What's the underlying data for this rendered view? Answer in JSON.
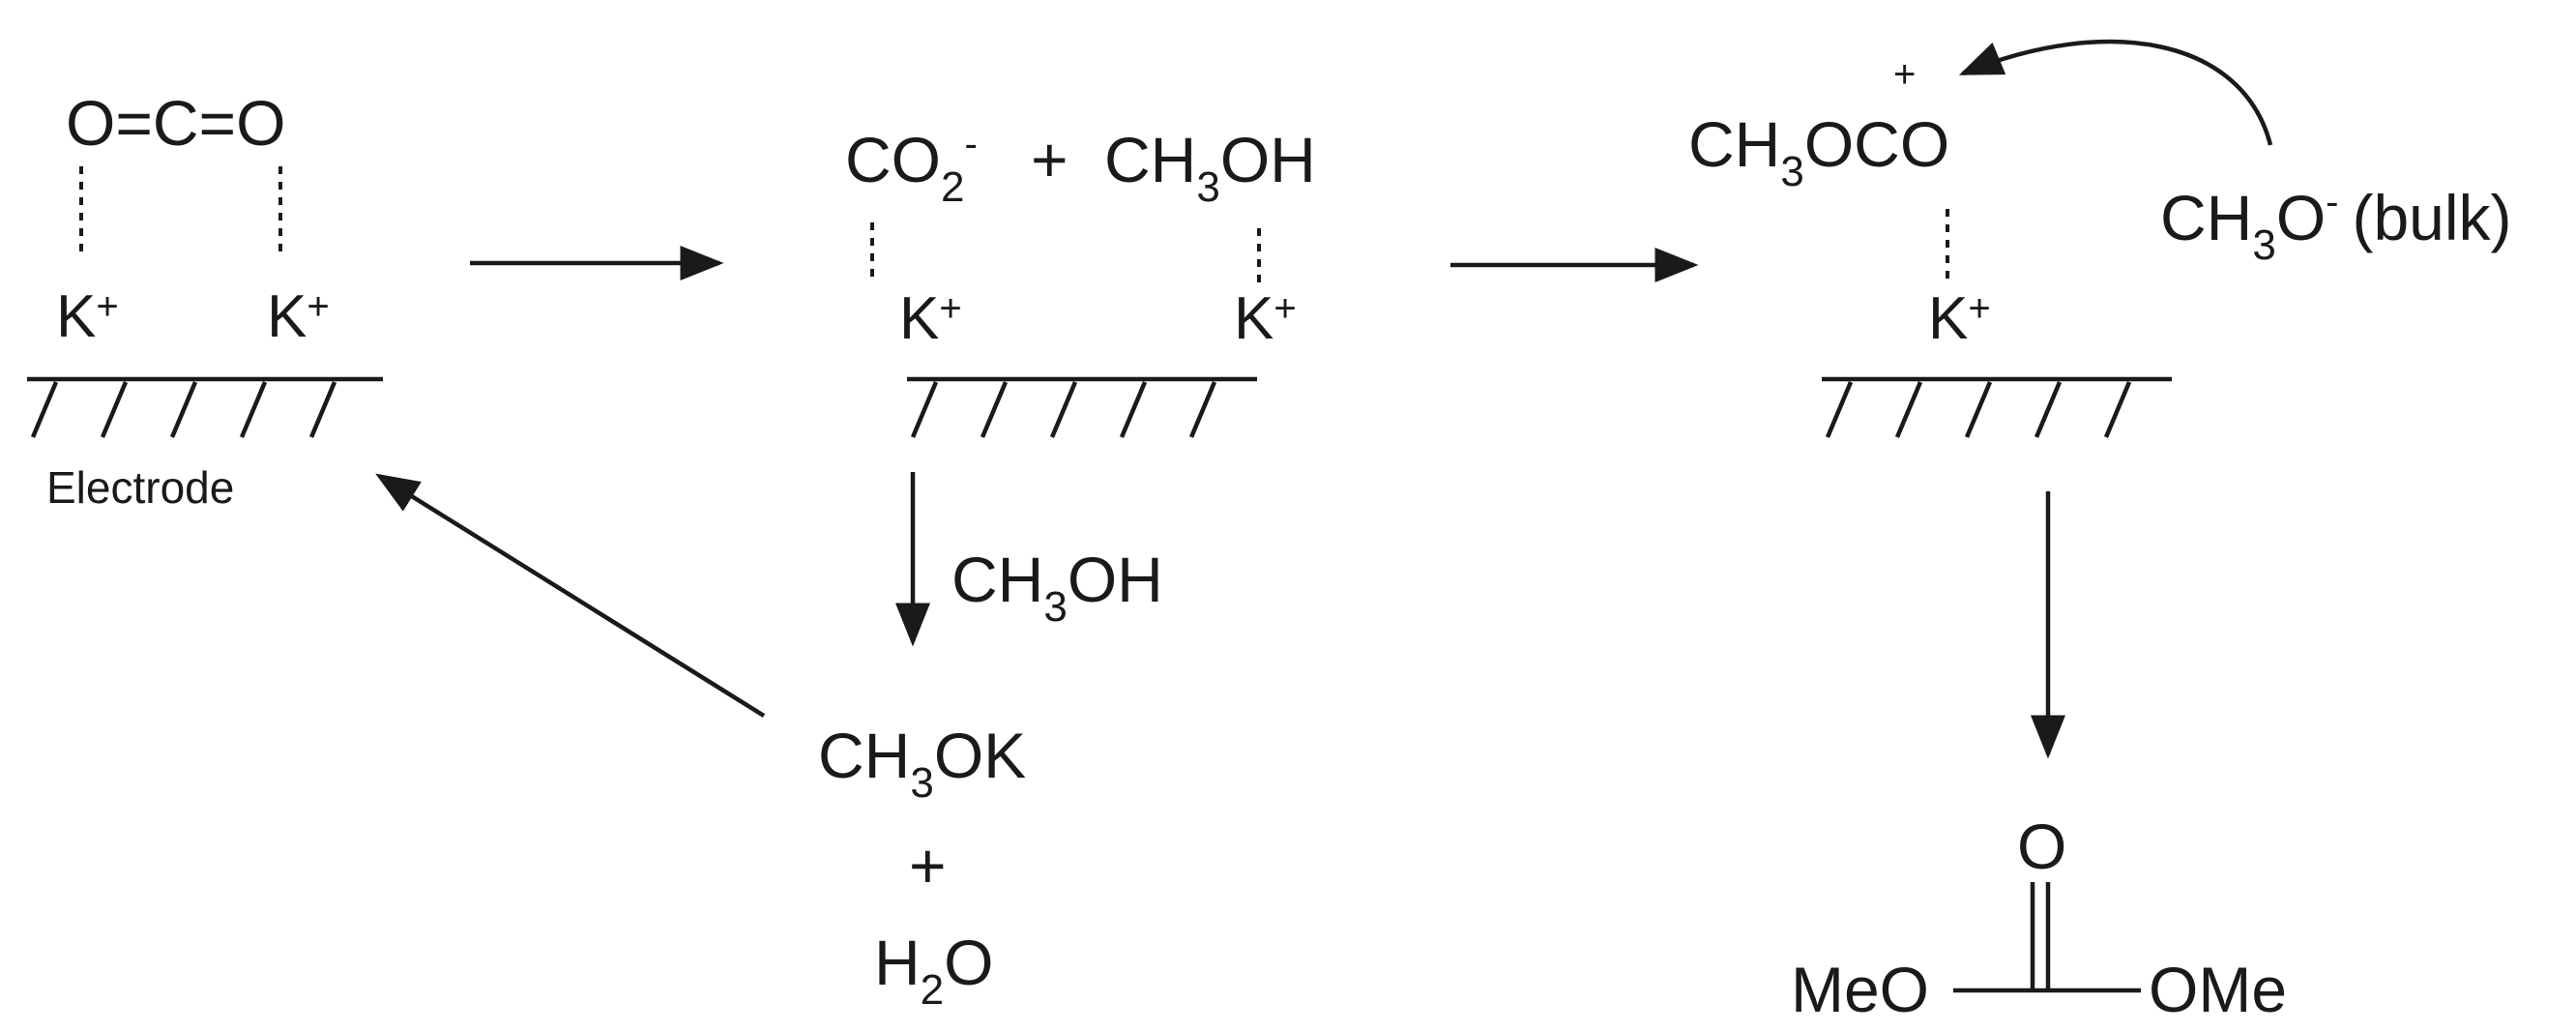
{
  "step1": {
    "molecule": "O=C=O",
    "cation_left": "K",
    "cation_right": "K",
    "cation_charge": "+",
    "surface_label": "Electrode"
  },
  "step2": {
    "species1": "CO",
    "species1_sub": "2",
    "species1_charge": "-",
    "plus": "+",
    "species2_a": "CH",
    "species2_sub": "3",
    "species2_b": "OH",
    "cation_left": "K",
    "cation_right": "K",
    "cation_charge": "+"
  },
  "step2_down": {
    "reagent_a": "CH",
    "reagent_sub": "3",
    "reagent_b": "OH",
    "product1_a": "CH",
    "product1_sub": "3",
    "product1_b": "OK",
    "plus": "+",
    "product2_a": "H",
    "product2_sub": "2",
    "product2_b": "O"
  },
  "step3": {
    "intermediate_a": "CH",
    "intermediate_sub": "3",
    "intermediate_b": "OCO",
    "intermediate_charge": "+",
    "cation": "K",
    "cation_charge": "+",
    "bulk_a": "CH",
    "bulk_sub": "3",
    "bulk_b": "O",
    "bulk_charge": "-",
    "bulk_label": "(bulk)"
  },
  "product": {
    "carbonyl_o": "O",
    "left_group": "MeO",
    "right_group": "OMe"
  }
}
